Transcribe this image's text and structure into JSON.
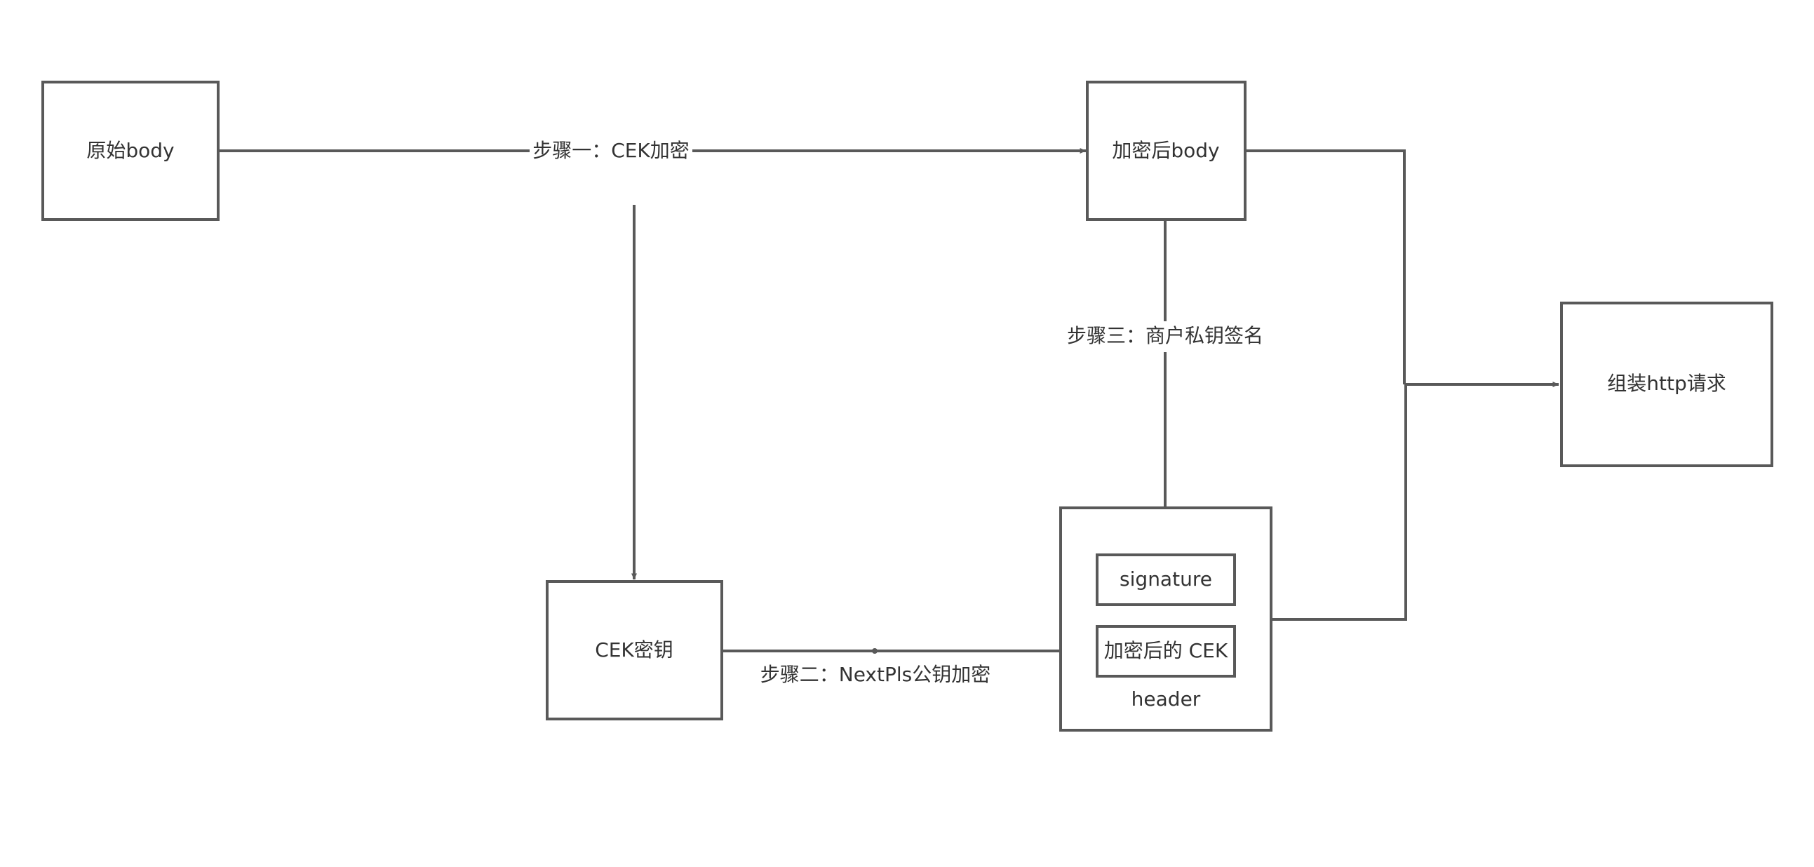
{
  "nodes": {
    "raw_body": "原始body",
    "encrypted_body": "加密后body",
    "cek_key": "CEK密钥",
    "assemble_request": "组装http请求",
    "header": "header",
    "signature": "signature",
    "encrypted_cek": "加密后的 CEK"
  },
  "edges": {
    "step1": "步骤一：CEK加密",
    "step2": "步骤二：NextPls公钥加密",
    "step3": "步骤三：商户私钥签名"
  },
  "colors": {
    "stroke": "#595959",
    "text": "#333333",
    "background": "#ffffff"
  }
}
